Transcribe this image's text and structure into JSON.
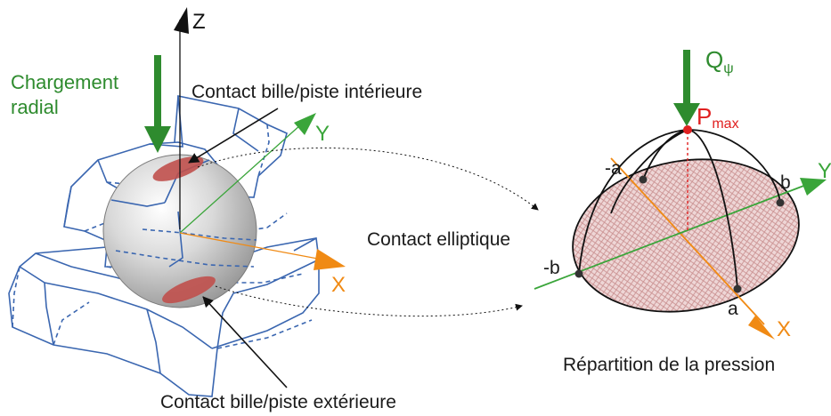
{
  "labels": {
    "z_axis": "Z",
    "y_axis_left": "Y",
    "x_axis_left": "X",
    "load_line1": "Chargement",
    "load_line2": "radial",
    "contact_inner": "Contact bille/piste intérieure",
    "contact_outer": "Contact bille/piste extérieure",
    "contact_elliptic": "Contact elliptique",
    "load_symbol": "Q",
    "load_subscript": "ψ",
    "pmax_symbol": "P",
    "pmax_subscript": "max",
    "point_neg_a": "-a",
    "point_a": "a",
    "point_b": "b",
    "point_neg_b": "-b",
    "x_axis_right": "X",
    "y_axis_right": "Y",
    "pressure_caption": "Répartition de la pression"
  },
  "colors": {
    "line_blue": "#3a66b0",
    "axis_green": "#3aa53a",
    "axis_orange": "#f08a14",
    "load_green": "#2e8b2e",
    "contact_red": "#c0504d",
    "pmax_red": "#e02020",
    "hatch_fill": "#e9c9c9"
  },
  "icons": {
    "load_arrow": "down-arrow-icon",
    "ball": "sphere-icon"
  }
}
